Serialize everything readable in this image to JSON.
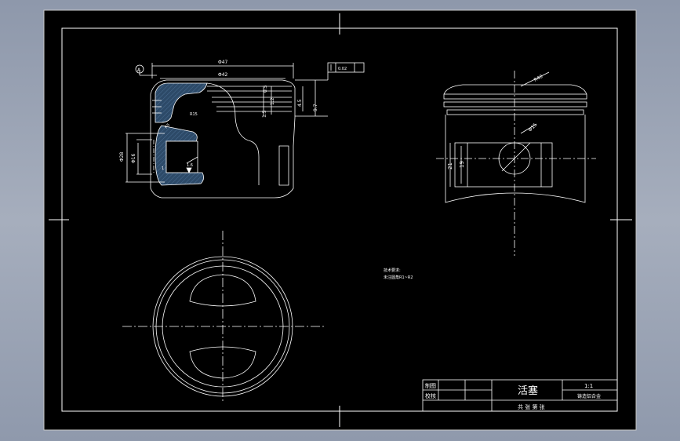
{
  "colors": {
    "background": "#000000",
    "frame": "#ffffff",
    "hatch": "#2d4a68",
    "outer_window": "#9aa3b4"
  },
  "front_view": {
    "datum_label": "A",
    "dim_overall_diameter": "Φ47",
    "dim_inner_diameter": "Φ42",
    "dim_groove_1": "1.5",
    "dim_groove_2": "1.2",
    "dim_groove_3": "0.5",
    "dim_ring_stack": "4.5",
    "dim_ring_height": "9.7",
    "radius_1": "R5",
    "radius_2": "R15",
    "dim_pin_bore": "Φ28",
    "dim_pin_inner": "Φ16",
    "dim_small": "1",
    "dim_tolerance_frame": "0.02",
    "surface_mark": "1.6"
  },
  "side_view": {
    "dim_top_radius": "R40",
    "dim_pin_hole": "Φ15",
    "dim_height_1": "21",
    "dim_height_2": "19"
  },
  "notes": {
    "title": "技术要求:",
    "line1": "未注圆角R1~R2"
  },
  "title_block": {
    "row1_label": "制图",
    "row2_label": "校核",
    "part_name": "活塞",
    "scale": "1:1",
    "material": "铸造铝合金",
    "bottom_label": "共 张 第 张"
  }
}
